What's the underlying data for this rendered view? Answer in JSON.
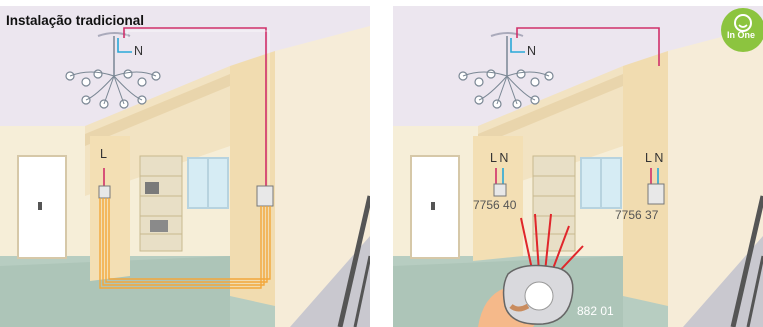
{
  "left_panel": {
    "title": "Instalação tradicional",
    "wire_labels": {
      "neutral": "N",
      "live": "L"
    }
  },
  "right_panel": {
    "wire_labels": {
      "neutral": "N",
      "switch_left": "L N",
      "switch_right": "L N"
    },
    "product_codes": {
      "switch_left": "7756 40",
      "switch_right": "7756 37",
      "remote": "882 01"
    },
    "logo_text": "In One"
  },
  "colors": {
    "live_wire": "#d0306a",
    "neutral_wire": "#2aa8d8",
    "floor_wires": "#f3a73a",
    "logo_green": "#8cc43f",
    "wall": "#f2e3c2",
    "floor": "#b7cdc1"
  }
}
